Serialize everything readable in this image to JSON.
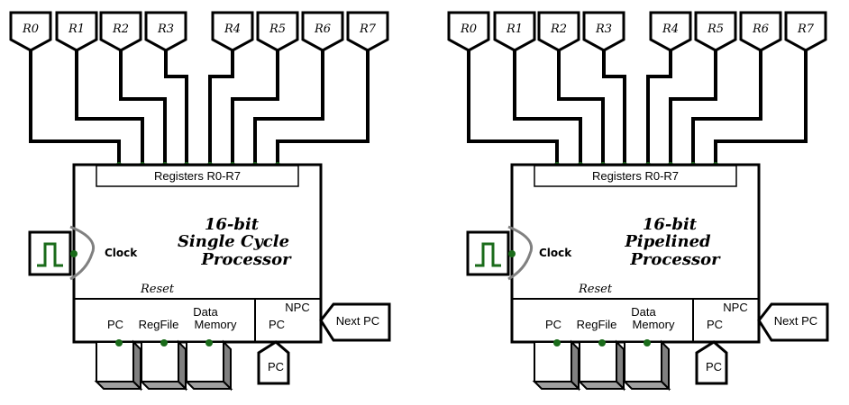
{
  "processors": [
    {
      "register_pins": [
        "R0",
        "R1",
        "R2",
        "R3",
        "R4",
        "R5",
        "R6",
        "R7"
      ],
      "registers_label": "Registers R0-R7",
      "title_lines": [
        "16-bit",
        "Single Cycle",
        "Processor"
      ],
      "clock_label": "Clock",
      "reset_label": "Reset",
      "bottom_labels": {
        "pc": "PC",
        "regfile": "RegFile",
        "data_memory_1": "Data",
        "data_memory_2": "Memory"
      },
      "npc_box": {
        "npc": "NPC",
        "pc": "PC"
      },
      "next_pc_pin": "Next PC",
      "pc_pin": "PC"
    },
    {
      "register_pins": [
        "R0",
        "R1",
        "R2",
        "R3",
        "R4",
        "R5",
        "R6",
        "R7"
      ],
      "registers_label": "Registers R0-R7",
      "title_lines": [
        "16-bit",
        "Pipelined",
        "Processor"
      ],
      "clock_label": "Clock",
      "reset_label": "Reset",
      "bottom_labels": {
        "pc": "PC",
        "regfile": "RegFile",
        "data_memory_1": "Data",
        "data_memory_2": "Memory"
      },
      "npc_box": {
        "npc": "NPC",
        "pc": "PC"
      },
      "next_pc_pin": "Next PC",
      "pc_pin": "PC"
    }
  ],
  "colors": {
    "wire": "#000000",
    "clock_signal": "#1a6b1a",
    "dot": "#1a6b1a",
    "bezel": "#808080"
  }
}
